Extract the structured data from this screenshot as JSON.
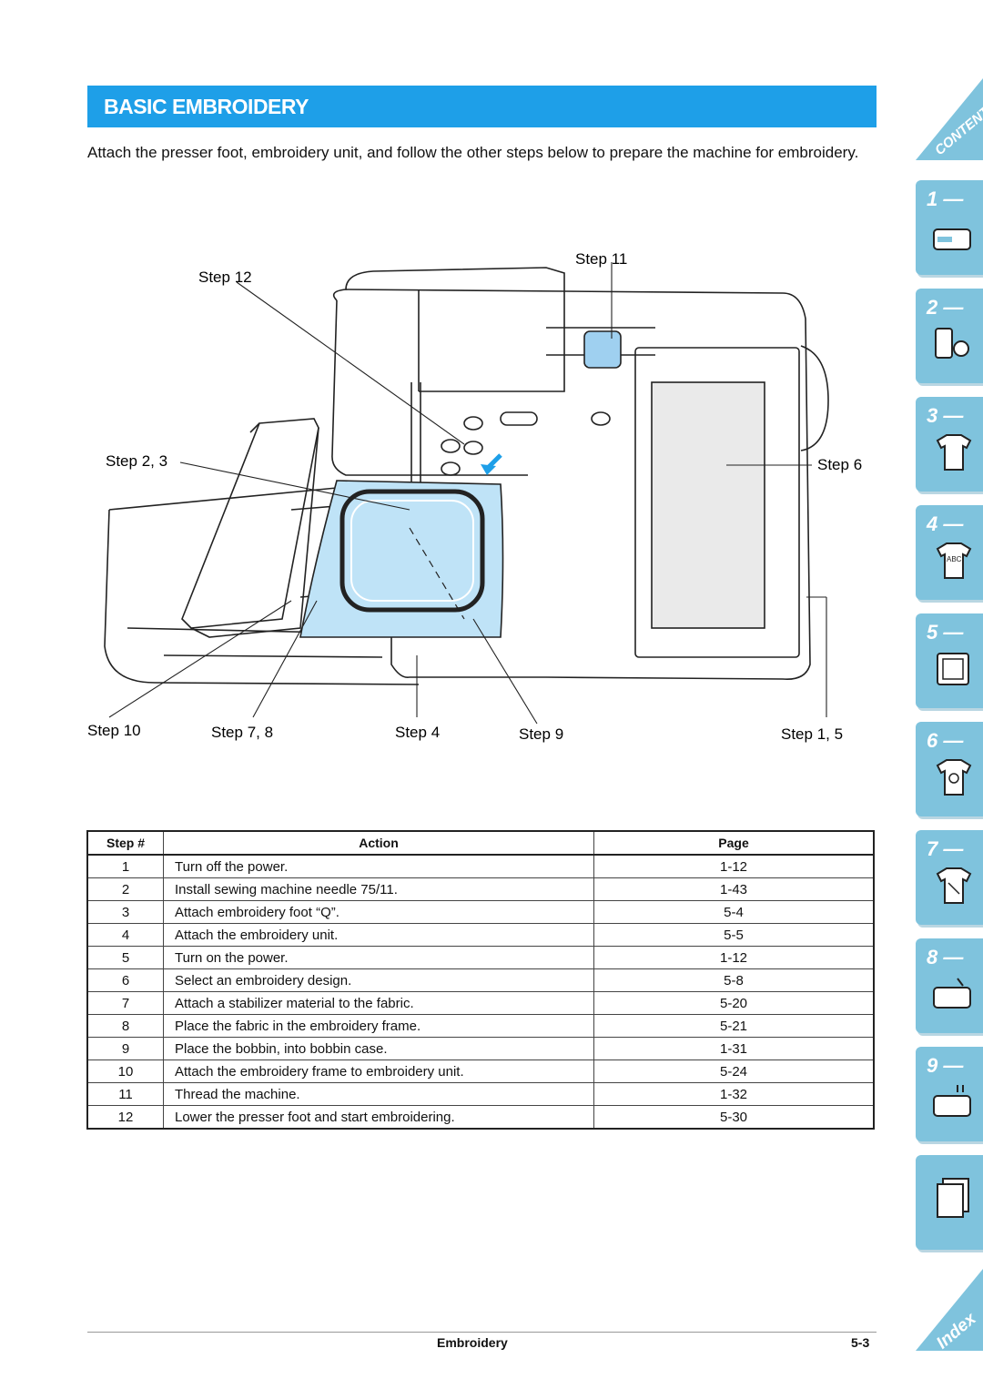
{
  "title": "BASIC EMBROIDERY",
  "intro": "Attach the presser foot, embroidery unit, and follow the other steps below to prepare the machine for embroidery.",
  "callouts": {
    "step12": "Step 12",
    "step11": "Step 11",
    "step23": "Step 2, 3",
    "step6": "Step 6",
    "step10": "Step 10",
    "step78": "Step 7, 8",
    "step4": "Step 4",
    "step9": "Step 9",
    "step15": "Step 1, 5"
  },
  "table": {
    "headers": [
      "Step #",
      "Action",
      "Page"
    ],
    "rows": [
      [
        "1",
        "Turn off the power.",
        "1-12"
      ],
      [
        "2",
        "Install sewing machine needle 75/11.",
        "1-43"
      ],
      [
        "3",
        "Attach embroidery foot “Q”.",
        "5-4"
      ],
      [
        "4",
        "Attach the embroidery unit.",
        "5-5"
      ],
      [
        "5",
        "Turn on the power.",
        "1-12"
      ],
      [
        "6",
        "Select an embroidery design.",
        "5-8"
      ],
      [
        "7",
        "Attach a stabilizer material to the fabric.",
        "5-20"
      ],
      [
        "8",
        "Place the fabric in the embroidery frame.",
        "5-21"
      ],
      [
        "9",
        "Place the bobbin, into bobbin case.",
        "1-31"
      ],
      [
        "10",
        "Attach the embroidery frame to embroidery unit.",
        "5-24"
      ],
      [
        "11",
        "Thread the machine.",
        "1-32"
      ],
      [
        "12",
        "Lower the presser foot and start embroidering.",
        "5-30"
      ]
    ]
  },
  "footer": {
    "section": "Embroidery",
    "page": "5-3"
  },
  "side_tabs": {
    "contents": "CONTENTS",
    "index": "Index",
    "chapters": [
      "1 —",
      "2 —",
      "3 —",
      "4 —",
      "5 —",
      "6 —",
      "7 —",
      "8 —",
      "9 —"
    ],
    "abc_label": "ABC"
  },
  "colors": {
    "accent": "#1e9fe8",
    "tab": "#7fc3dd",
    "fabric": "#bfe3f7"
  }
}
